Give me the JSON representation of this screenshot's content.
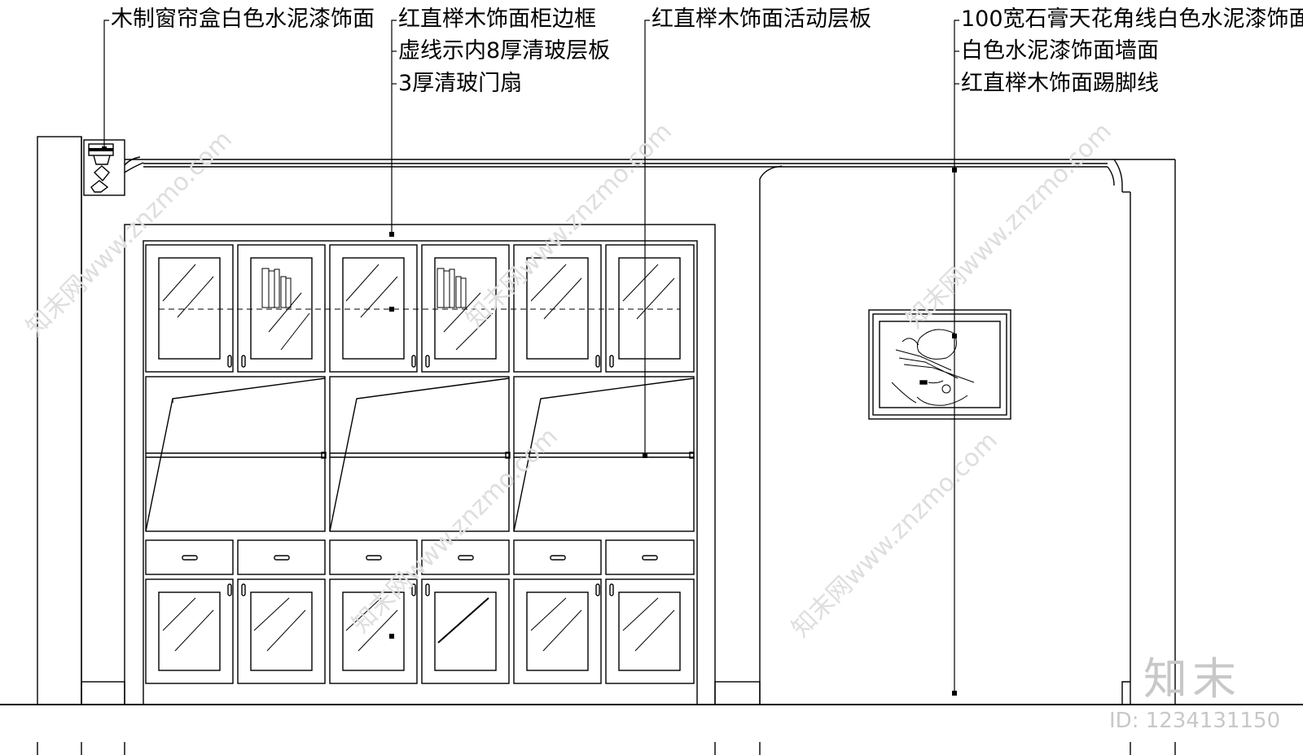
{
  "callouts": {
    "curtain_box": "木制窗帘盒白色水泥漆饰面",
    "cabinet_frame": "红直榉木饰面柜边框",
    "glass_shelf": "虚线示内8厚清玻层板",
    "glass_door": "3厚清玻门扇",
    "movable_shelf": "红直榉木饰面活动层板",
    "cornice": "100宽石膏天花角线白色水泥漆饰面",
    "wall_finish": "白色水泥漆饰面墙面",
    "skirting": "红直榉木饰面踢脚线"
  },
  "watermark": {
    "logo": "知末",
    "id": "ID: 1234131150",
    "url": "知末网www.znzmo.com"
  },
  "colors": {
    "line": "#000000",
    "watermark": "#c8c8c8"
  }
}
